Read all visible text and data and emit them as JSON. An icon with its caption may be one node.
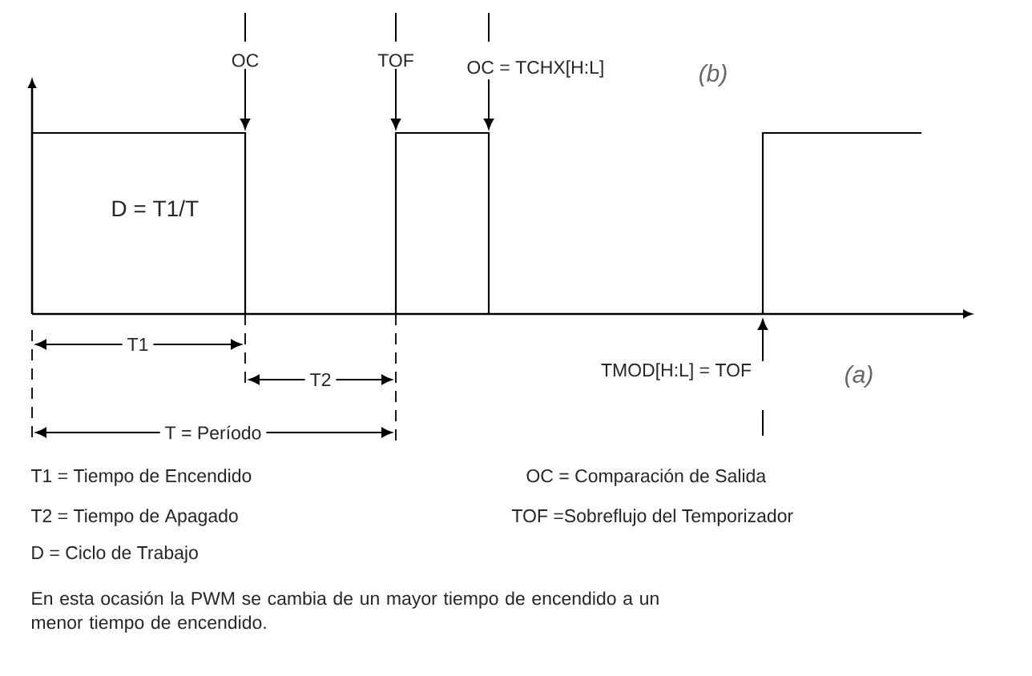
{
  "diagram": {
    "nodes": [
      {
        "text": [
          "OC"
        ]
      },
      {
        "text": [
          "TOF"
        ]
      },
      {
        "text": [
          "OC = TCHX[H:L]"
        ]
      },
      {
        "text": [
          "TMOD[H:L] = TOF"
        ]
      }
    ],
    "edges": [
      {
        "from": 0,
        "to": null,
        "arrow": "to"
      },
      {
        "from": 1,
        "to": null,
        "arrow": "to"
      },
      {
        "from": 2,
        "to": null,
        "arrow": "to"
      },
      {
        "from": 3,
        "to": null,
        "arrow": "to"
      }
    ],
    "labels": [
      "(b)",
      "D = T1/T",
      "T1",
      "T2",
      "(a)",
      "T = Período",
      "T1 = Tiempo de Encendido",
      "OC = Comparación de Salida",
      "T2 = Tiempo de Apagado",
      "TOF =Sobreflujo del Temporizador",
      "D = Ciclo de Trabajo",
      "En esta ocasión la PWM se cambia de un mayor tiempo de encendido a un menor tiempo de encendido."
    ]
  }
}
